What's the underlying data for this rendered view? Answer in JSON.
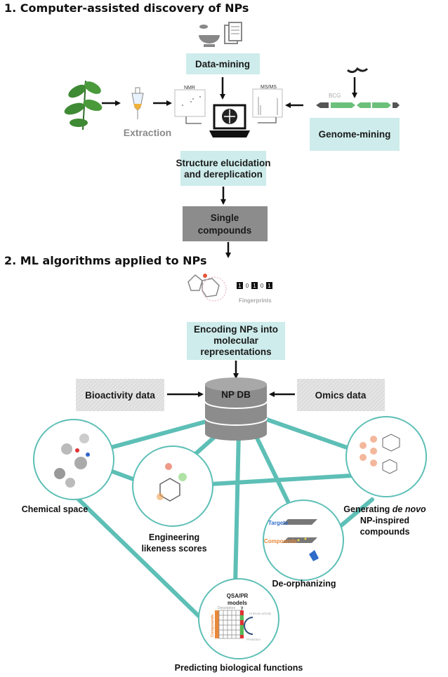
{
  "sections": {
    "s1_title": "1. Computer-assisted discovery of NPs",
    "s2_title": "2. ML algorithms applied to NPs"
  },
  "top": {
    "data_mining": "Data-mining",
    "extraction": "Extraction",
    "nmr": "NMR",
    "msms": "MS/MS",
    "bcg": "BCG",
    "genome_mining": "Genome-mining",
    "structure_line1": "Structure elucidation",
    "structure_line2": "and dereplication",
    "single_line1": "Single",
    "single_line2": "compounds"
  },
  "ml": {
    "fingerprint_bits": [
      "1",
      "0",
      "1",
      "0",
      "1"
    ],
    "fingerprints": "Fingerprints",
    "encoding_line1": "Encoding NPs into",
    "encoding_line2": "molecular",
    "encoding_line3": "representations",
    "db": "NP DB",
    "bioactivity": "Bioactivity  data",
    "omics": "Omics data",
    "chemical_space": "Chemical space",
    "engineering_line1": "Engineering",
    "engineering_line2": "likeness scores",
    "deorph": "De-orphanizing",
    "targets": "Targets",
    "compounds_label": "Compounds",
    "generating_line1_a": "Generating ",
    "generating_line1_b": "de novo",
    "generating_line2": "NP-inspired",
    "generating_line3": "compounds",
    "qsar_line1": "QSA/PR",
    "qsar_line2": "models",
    "descriptors": "Descriptors",
    "y": "y",
    "unknown_activity": "Unknow activity",
    "prediction": "Prediction",
    "predicting": "Predicting biological functions"
  },
  "colors": {
    "teal": "#5dbfb6",
    "light_box": "#cdeceb",
    "dark_box": "#8c8c8c",
    "gray_box": "#e2e2e2",
    "gene_green": "#6cc07a",
    "gene_gray": "#555555",
    "orange": "#e8883a"
  }
}
